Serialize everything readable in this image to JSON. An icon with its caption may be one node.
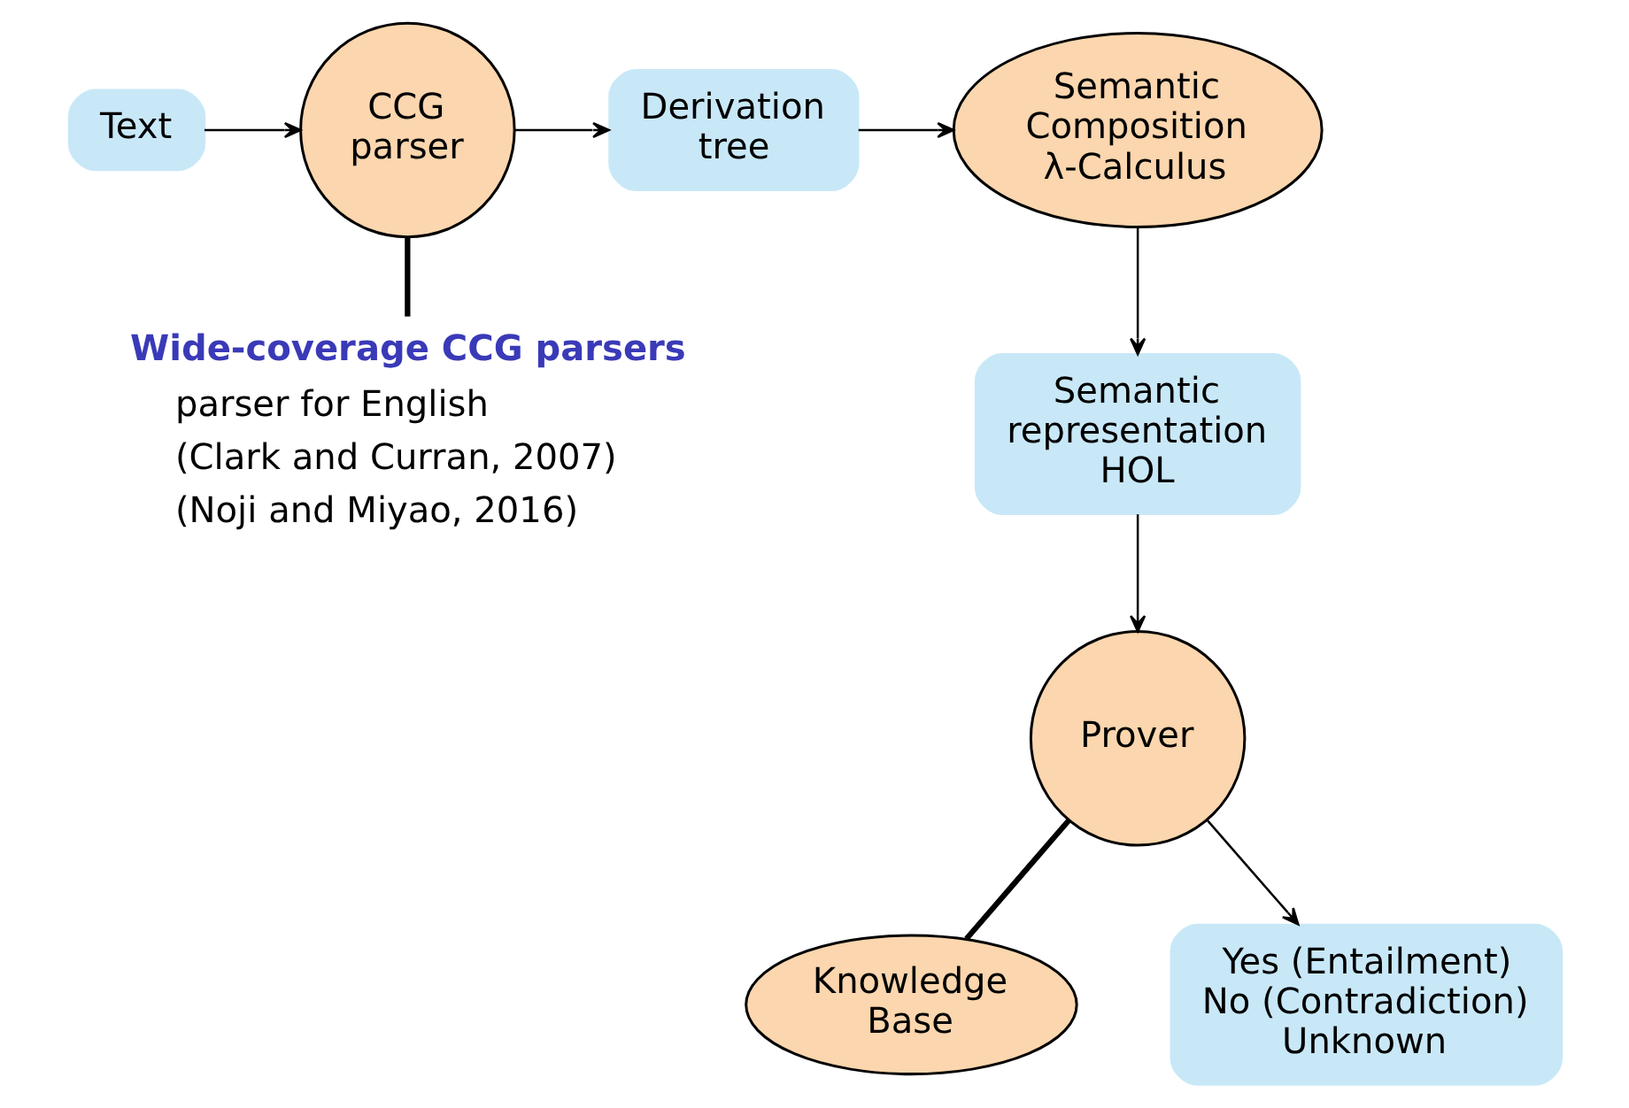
{
  "diagram": {
    "nodes": [
      {
        "text": [
          "Text"
        ]
      },
      {
        "text": [
          "CCG parser"
        ]
      },
      {
        "text": [
          "Derivation tree"
        ]
      },
      {
        "text": [
          "Semantic Composition λ-Calculus"
        ]
      },
      {
        "text": [
          "Semantic representation HOL"
        ]
      },
      {
        "text": [
          "Prover"
        ]
      },
      {
        "text": [
          "Knowledge Base"
        ]
      },
      {
        "text": [
          "Yes (Entailment) No (Contradiction) Unknown"
        ]
      },
      {
        "text": [
          "Wide-coverage CCG parsers",
          "parser for English",
          "(Clark and Curran, 2007)",
          "(Noji and Miyao, 2016)"
        ]
      }
    ],
    "edges": [
      {
        "from": 0,
        "to": 1,
        "arrow": "to"
      },
      {
        "from": 1,
        "to": 2,
        "arrow": "to"
      },
      {
        "from": 2,
        "to": 3,
        "arrow": "to"
      },
      {
        "from": 3,
        "to": 4,
        "arrow": "to"
      },
      {
        "from": 4,
        "to": 5,
        "arrow": "to"
      },
      {
        "from": 5,
        "to": 7,
        "arrow": "to"
      },
      {
        "from": 1,
        "to": 8,
        "arrow": "none",
        "style": "thick"
      },
      {
        "from": 5,
        "to": 6,
        "arrow": "none",
        "style": "thick"
      }
    ]
  }
}
